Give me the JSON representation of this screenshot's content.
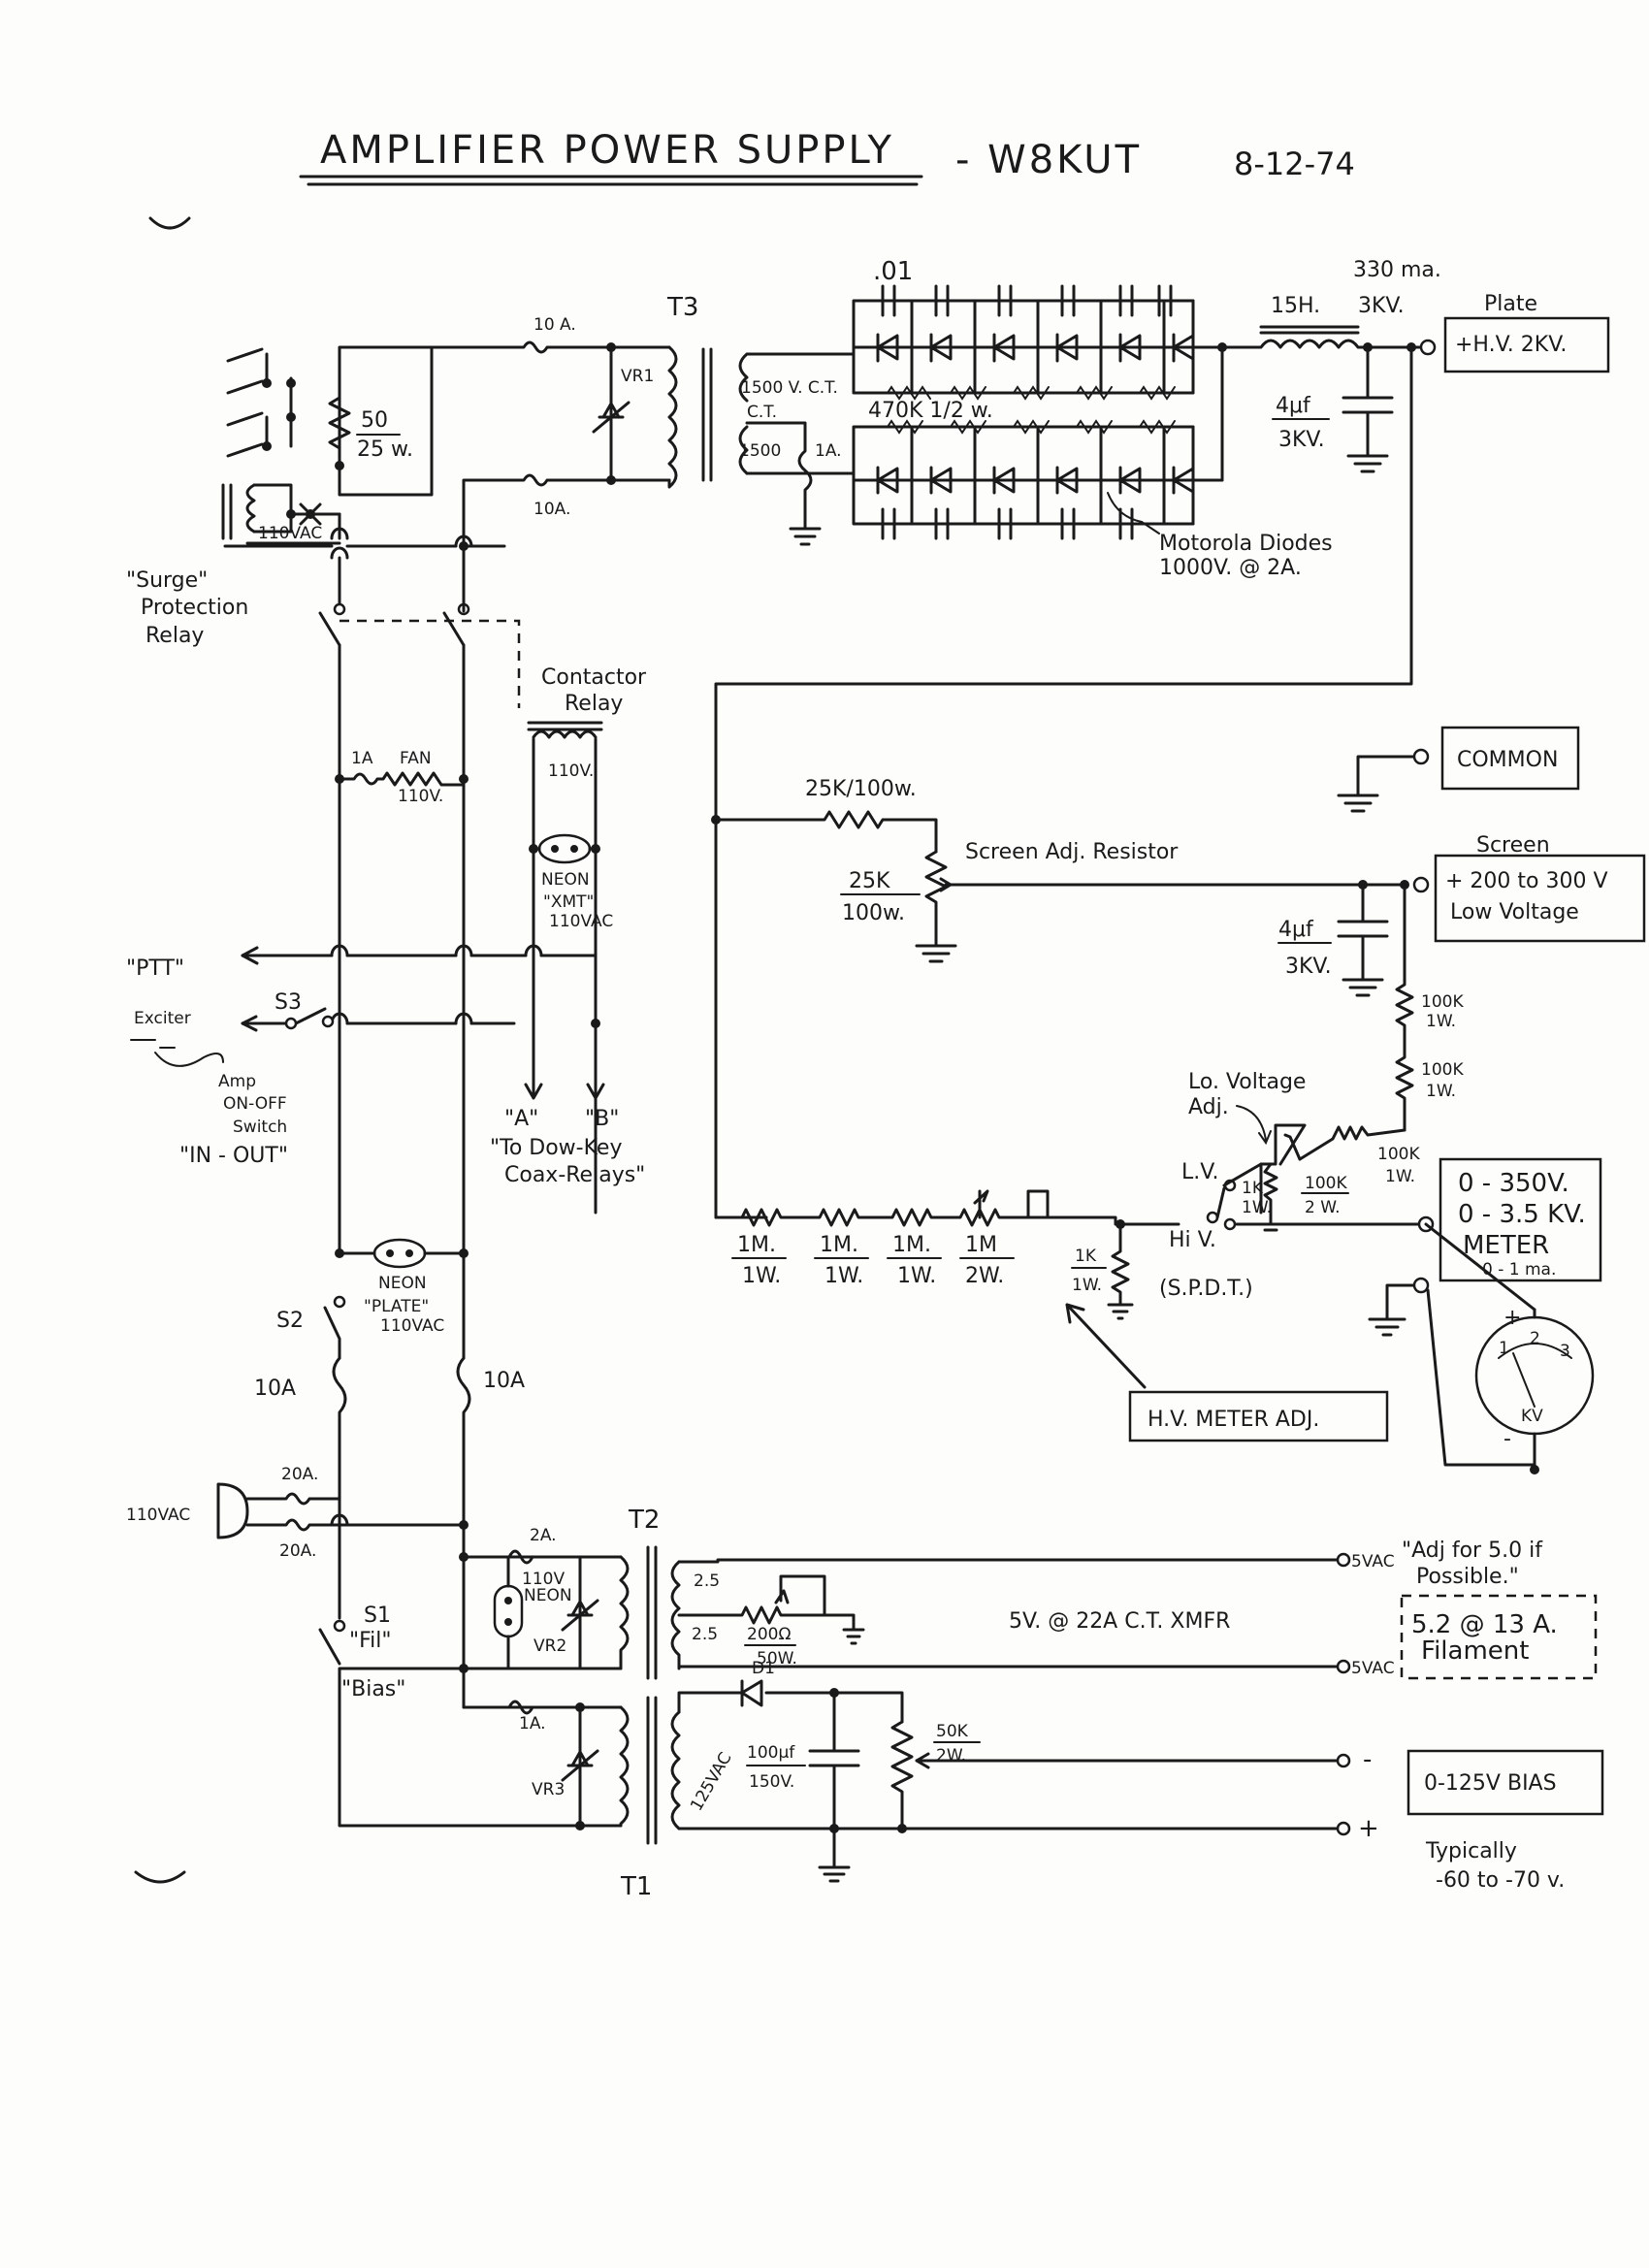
{
  "title": {
    "main": "AMPLIFIER POWER SUPPLY",
    "call": "- W8KUT",
    "date": "8-12-74"
  },
  "outputs": {
    "plate_title": "Plate",
    "plate_value": "+H.V. 2KV.",
    "common": "COMMON",
    "screen_title": "Screen",
    "screen_range": "+ 200 to 300 V",
    "screen_sub": "Low Voltage",
    "meter_l1": "0 - 350V.",
    "meter_l2": "0 - 3.5 KV.",
    "meter_l3": "METER",
    "meter_l4": "0 - 1 ma.",
    "fil_l1": "5.2 @ 13 A.",
    "fil_l2": "Filament",
    "bias": "0-125V BIAS",
    "bias_note_1": "Typically",
    "bias_note_2": "-60 to -70 v."
  },
  "hv_section": {
    "t3": "T3",
    "fuse_a": "10 A.",
    "fuse_b": "10A.",
    "vr1": "VR1",
    "sec_top": "1500 V. C.T.",
    "ct": "C.T.",
    "sec_bot": "1500",
    "fuse_ct": "1A.",
    "cap": ".01",
    "resistors": "470K 1/2 w.",
    "choke": "15H.",
    "choke_i": "330 ma.",
    "choke_v": "3KV.",
    "filt_cap_top": "4μf",
    "filt_cap_bot": "3KV.",
    "diodes_1": "Motorola Diodes",
    "diodes_2": "1000V. @ 2A."
  },
  "input_section": {
    "res_top": "50",
    "res_bot": "25 w.",
    "coil_v": "110VAC",
    "surge_1": "\"Surge\"",
    "surge_2": "Protection",
    "surge_3": "Relay",
    "contactor_1": "Contactor",
    "contactor_2": "Relay",
    "coil_110": "110V.",
    "fan_fuse": "1A",
    "fan": "FAN",
    "fan_v": "110V.",
    "neon": "NEON",
    "neon_xmt": "\"XMT\"",
    "neon_v": "110VAC",
    "ptt": "\"PTT\"",
    "exciter": "Exciter",
    "s3": "S3",
    "amp_1": "Amp",
    "amp_2": "ON-OFF",
    "amp_3": "Switch",
    "amp_4": "\"IN - OUT\"",
    "a_lbl": "\"A\"",
    "b_lbl": "\"B\"",
    "coax_1": "\"To Dow-Key",
    "coax_2": "Coax-Relays\"",
    "neon_p": "NEON",
    "neon_plate": "\"PLATE\"",
    "neon_plate_v": "110VAC",
    "s2": "S2",
    "fuse_10a_l": "10A",
    "fuse_10a_r": "10A",
    "fuse_20a_t": "20A.",
    "fuse_20a_b": "20A.",
    "mains": "110VAC",
    "s1": "S1",
    "fil_lbl": "\"Fil\"",
    "bias_lbl": "\"Bias\""
  },
  "screen_section": {
    "r_drop": "25K/100w.",
    "pot": "25K",
    "pot_w": "100w.",
    "pot_lbl": "Screen Adj. Resistor",
    "cap_top": "4μf",
    "cap_bot": "3KV.",
    "r1": "100K",
    "r1w": "1W.",
    "r2": "100K",
    "r2w": "1W.",
    "lo_adj_1": "Lo. Voltage",
    "lo_adj_2": "Adj.",
    "r3": "100K",
    "r3w": "2 W.",
    "r4": "100K",
    "r4w": "1W.",
    "r5": "1K",
    "r5w": "1W.",
    "lv": "L.V.",
    "hv": "Hi V.",
    "spdt": "(S.P.D.T.)",
    "chain": [
      "1M.",
      "1M.",
      "1M.",
      "1M"
    ],
    "chain_w": [
      "1W.",
      "1W.",
      "1W.",
      "2W."
    ],
    "r_1k": "1K",
    "r_1kw": "1W.",
    "hv_adj": "H.V. METER ADJ.",
    "scale": [
      "1",
      "2",
      "3"
    ],
    "kv": "KV",
    "plus": "+",
    "minus": "-"
  },
  "fil_section": {
    "t2": "T2",
    "fuse": "2A.",
    "neon_v": "110V",
    "neon": "NEON",
    "vr2": "VR2",
    "tap_1": "2.5",
    "tap_2": "2.5",
    "pot": "200Ω",
    "pot_w": "50W.",
    "xfmr": "5V. @ 22A C.T. XMFR",
    "out_1": "5VAC",
    "out_2": "5VAC",
    "note_1": "\"Adj for 5.0 if",
    "note_2": "Possible.\""
  },
  "bias_section": {
    "t1": "T1",
    "fuse": "1A.",
    "vr3": "VR3",
    "sec": "125VAC",
    "d1": "D1",
    "cap_1": "100μf",
    "cap_2": "150V.",
    "pot_1": "50K",
    "pot_2": "2W.",
    "minus": "-",
    "plus": "+"
  }
}
